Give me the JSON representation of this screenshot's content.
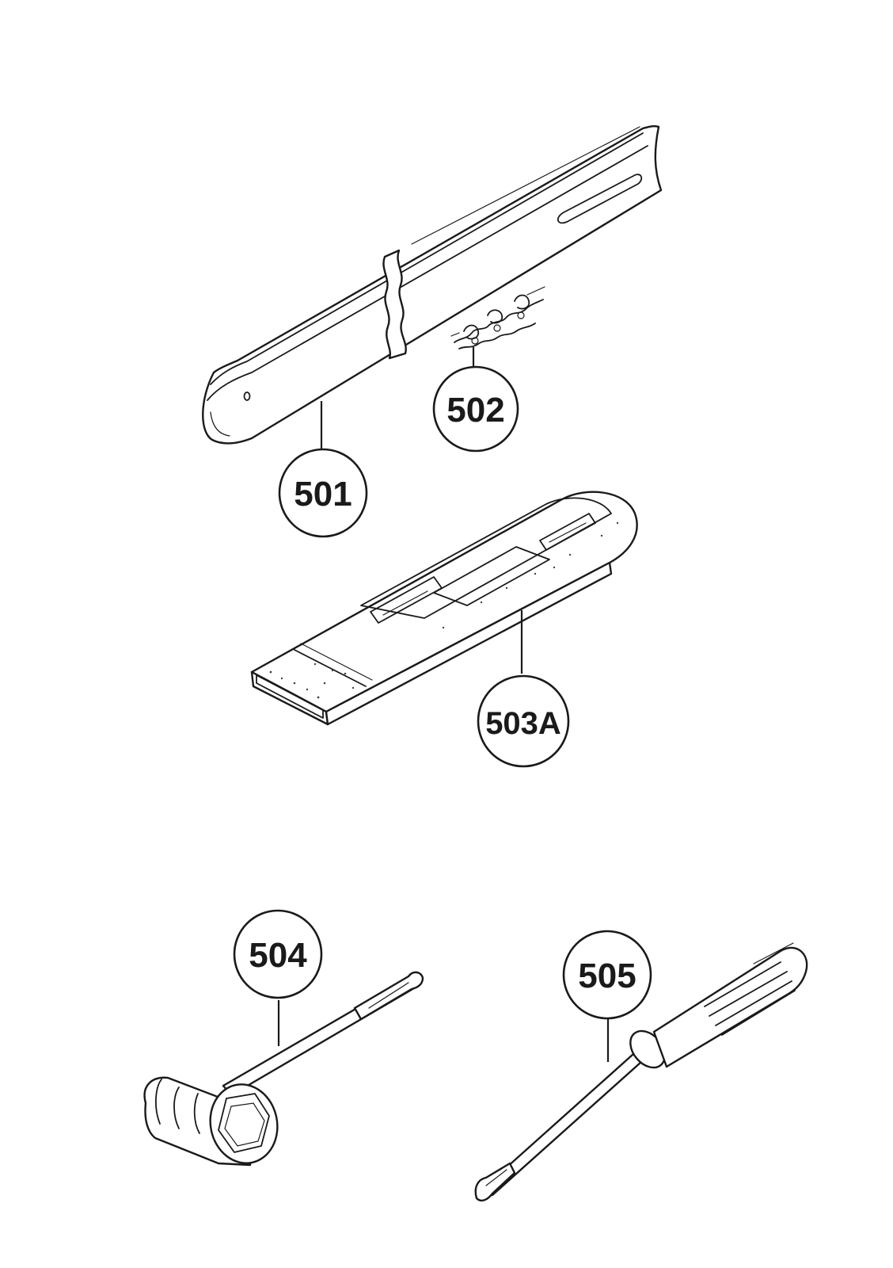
{
  "callouts": {
    "p501": "501",
    "p502": "502",
    "p503a": "503A",
    "p504": "504",
    "p505": "505"
  },
  "colors": {
    "line": "#1a1a1a",
    "background": "#ffffff"
  }
}
